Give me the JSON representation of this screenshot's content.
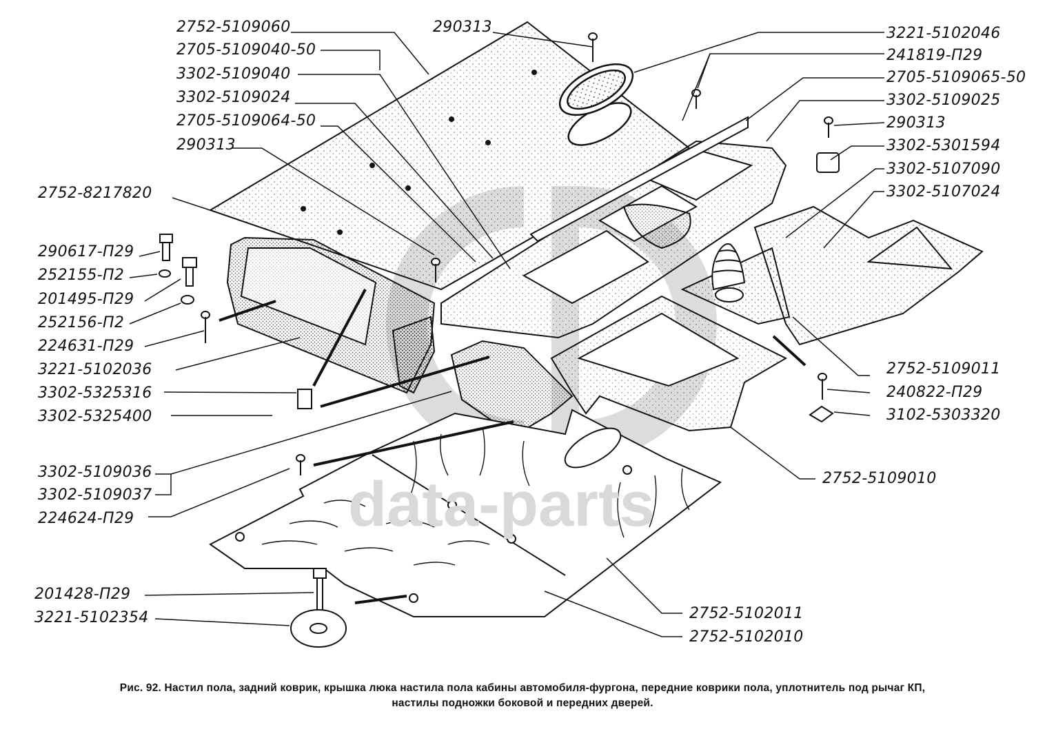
{
  "figure": {
    "caption_line1": "Рис. 92. Настил пола, задний коврик, крышка люка настила пола кабины автомобиля-фургона, передние коврики пола, уплотнитель под рычаг КП,",
    "caption_line2": "настилы подножки боковой и передних дверей.",
    "watermark_text": "data-parts",
    "colors": {
      "ink": "#111111",
      "watermark": "#d9d9d9",
      "background": "#ffffff"
    }
  },
  "labels_left": [
    "2752-5109060",
    "2705-5109040-50",
    "3302-5109040",
    "3302-5109024",
    "2705-5109064-50",
    "290313",
    "2752-8217820",
    "290617-П29",
    "252155-П2",
    "201495-П29",
    "252156-П2",
    "224631-П29",
    "3221-5102036",
    "3302-5325316",
    "3302-5325400",
    "3302-5109036",
    "3302-5109037",
    "224624-П29",
    "201428-П29",
    "3221-5102354"
  ],
  "labels_top": [
    "290313"
  ],
  "labels_right": [
    "3221-5102046",
    "241819-П29",
    "2705-5109065-50",
    "3302-5109025",
    "290313",
    "3302-5301594",
    "3302-5107090",
    "3302-5107024",
    "2752-5109011",
    "240822-П29",
    "3102-5303320",
    "2752-5109010",
    "2752-5102011",
    "2752-5102010"
  ]
}
